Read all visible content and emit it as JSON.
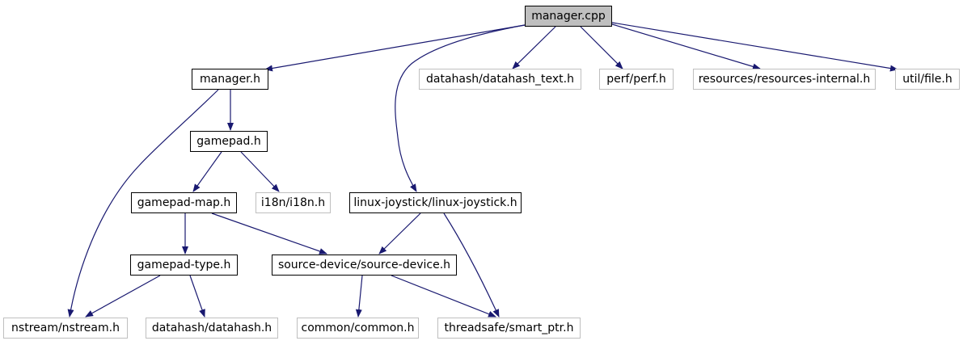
{
  "colors": {
    "edge": "#191970",
    "root_fill": "#bfbfbf",
    "local_border": "#000000",
    "external_border": "#bfbfbf",
    "text": "#000000"
  },
  "nodes": [
    {
      "id": "manager_cpp",
      "label": "manager.cpp",
      "kind": "root"
    },
    {
      "id": "manager_h",
      "label": "manager.h",
      "kind": "local"
    },
    {
      "id": "datahash_text_h",
      "label": "datahash/datahash_text.h",
      "kind": "external"
    },
    {
      "id": "perf_h",
      "label": "perf/perf.h",
      "kind": "external"
    },
    {
      "id": "resources_internal_h",
      "label": "resources/resources-internal.h",
      "kind": "external"
    },
    {
      "id": "util_file_h",
      "label": "util/file.h",
      "kind": "external"
    },
    {
      "id": "gamepad_h",
      "label": "gamepad.h",
      "kind": "local"
    },
    {
      "id": "gamepad_map_h",
      "label": "gamepad-map.h",
      "kind": "local"
    },
    {
      "id": "i18n_h",
      "label": "i18n/i18n.h",
      "kind": "external"
    },
    {
      "id": "linux_joystick_h",
      "label": "linux-joystick/linux-joystick.h",
      "kind": "local"
    },
    {
      "id": "gamepad_type_h",
      "label": "gamepad-type.h",
      "kind": "local"
    },
    {
      "id": "source_device_h",
      "label": "source-device/source-device.h",
      "kind": "local"
    },
    {
      "id": "nstream_h",
      "label": "nstream/nstream.h",
      "kind": "external"
    },
    {
      "id": "datahash_h",
      "label": "datahash/datahash.h",
      "kind": "external"
    },
    {
      "id": "common_h",
      "label": "common/common.h",
      "kind": "external"
    },
    {
      "id": "smart_ptr_h",
      "label": "threadsafe/smart_ptr.h",
      "kind": "external"
    }
  ],
  "edges": [
    {
      "from": "manager_cpp",
      "to": "manager_h"
    },
    {
      "from": "manager_cpp",
      "to": "linux_joystick_h"
    },
    {
      "from": "manager_cpp",
      "to": "datahash_text_h"
    },
    {
      "from": "manager_cpp",
      "to": "perf_h"
    },
    {
      "from": "manager_cpp",
      "to": "resources_internal_h"
    },
    {
      "from": "manager_cpp",
      "to": "util_file_h"
    },
    {
      "from": "manager_h",
      "to": "gamepad_h"
    },
    {
      "from": "manager_h",
      "to": "nstream_h"
    },
    {
      "from": "gamepad_h",
      "to": "gamepad_map_h"
    },
    {
      "from": "gamepad_h",
      "to": "i18n_h"
    },
    {
      "from": "gamepad_map_h",
      "to": "gamepad_type_h"
    },
    {
      "from": "gamepad_map_h",
      "to": "source_device_h"
    },
    {
      "from": "linux_joystick_h",
      "to": "source_device_h"
    },
    {
      "from": "linux_joystick_h",
      "to": "smart_ptr_h"
    },
    {
      "from": "gamepad_type_h",
      "to": "nstream_h"
    },
    {
      "from": "gamepad_type_h",
      "to": "datahash_h"
    },
    {
      "from": "source_device_h",
      "to": "common_h"
    },
    {
      "from": "source_device_h",
      "to": "smart_ptr_h"
    }
  ]
}
